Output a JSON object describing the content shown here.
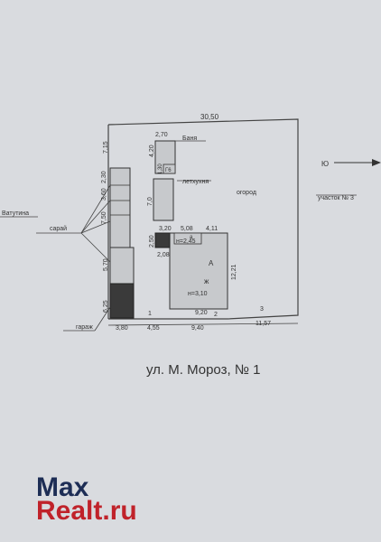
{
  "plot_dimensions": {
    "top": "30,50",
    "left_1": "7,15",
    "left_2": "2,30",
    "left_3": "3,60",
    "left_4": "7,50",
    "left_5": "5,70",
    "left_6": "6,25",
    "bottom_1": "3,80",
    "bottom_2": "4,55",
    "bottom_3": "9,40",
    "bottom_4": "11,57",
    "right": "12,21"
  },
  "buildings": {
    "banya": {
      "label": "Баня",
      "w": "2,70",
      "h": "4,20",
      "g_h": "1,30",
      "g": "Г6"
    },
    "letkuhnya": {
      "label": "летхухня",
      "h": "7,0"
    },
    "house": {
      "w_left": "3,20",
      "w_right": "5,08",
      "w_far": "4,11",
      "porch_h": "2,50",
      "porch_w": "2,08",
      "porch_height": "н=2,45",
      "porch_letter": "а",
      "letter_a": "А",
      "letter_zh": "ж",
      "height": "н=3,10",
      "bottom": "9,20"
    }
  },
  "labels": {
    "garden": "огород",
    "neighbor_right": "участок № 3",
    "neighbor_left": "Ватутина",
    "saray": "сарай",
    "garazh": "гараж",
    "north": "Ю",
    "street": "ул. М. Мороз, № 1",
    "point_1": "1",
    "point_2": "2",
    "point_3": "3"
  },
  "watermark": {
    "part1": "Max",
    "part2": "Realt.ru"
  }
}
